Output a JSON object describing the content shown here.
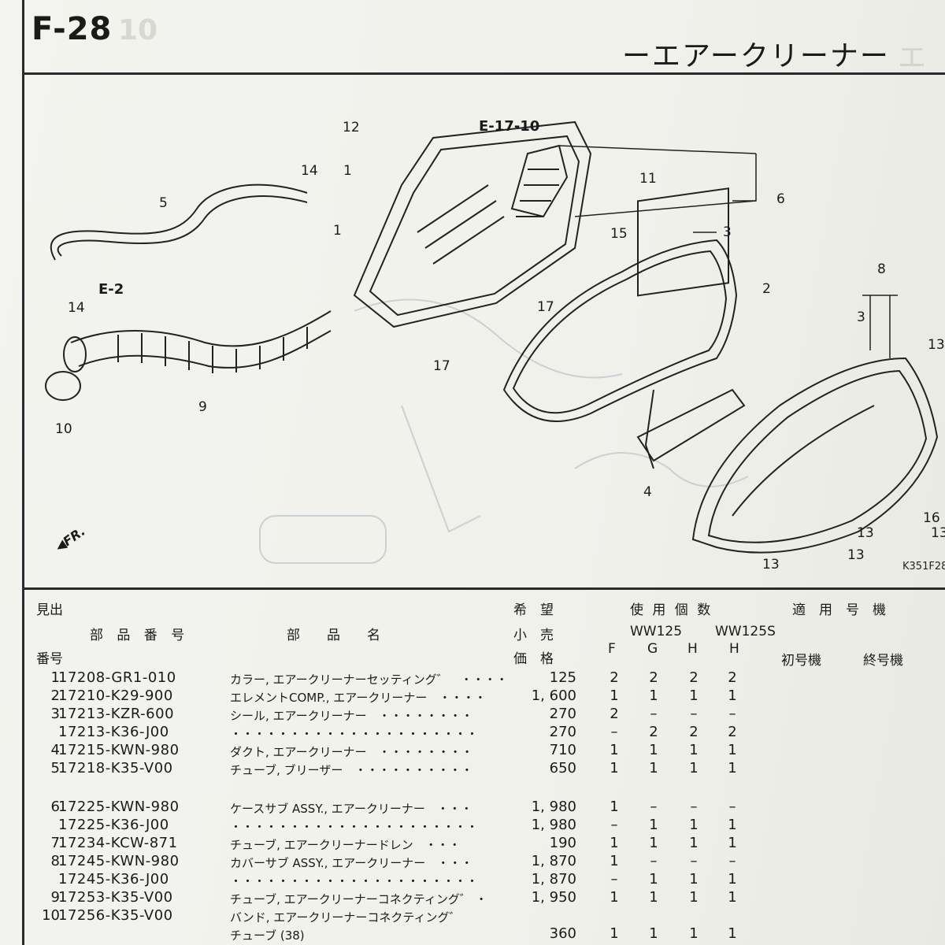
{
  "header": {
    "page_code": "F-28",
    "ghost_code": "10",
    "section_title": "ーエアークリーナー",
    "section_ghost": "エ"
  },
  "diagram": {
    "callouts": {
      "c1a": "1",
      "c1b": "1",
      "c2": "2",
      "c3a": "3",
      "c3b": "3",
      "c4": "4",
      "c5": "5",
      "c6": "6",
      "c8": "8",
      "c9": "9",
      "c10": "10",
      "c11": "11",
      "c12": "12",
      "c13a": "13",
      "c13b": "13",
      "c13c": "13",
      "c13d": "13",
      "c14a": "14",
      "c14b": "14",
      "c15": "15",
      "c16": "16",
      "c17a": "17",
      "c17b": "17"
    },
    "refs": {
      "e17": "E-17-10",
      "e2": "E-2"
    },
    "direction": "FR.",
    "figure_id": "K351F28"
  },
  "table": {
    "headers": {
      "midashi": "見出",
      "bangou": "番号",
      "part_number": "部 品 番 号",
      "part_name": "部　　品　　名",
      "price_top": "希　望",
      "price_mid": "小　売",
      "price_bot": "価　格",
      "usage": "使 用 個 数",
      "model_a": "WW125",
      "model_b": "WW125S",
      "col_f": "F",
      "col_g": "G",
      "col_h1": "H",
      "col_h2": "H",
      "applicable": "適　用　号　機",
      "first_no": "初号機",
      "last_no": "終号機"
    },
    "rows": [
      {
        "no": "1",
        "pn": "17208-GR1-010",
        "name": "カラー, エアークリーナーセッティング゛　・・・・",
        "price": "125",
        "q": [
          "2",
          "2",
          "2",
          "2"
        ]
      },
      {
        "no": "2",
        "pn": "17210-K29-900",
        "name": "エレメントCOMP., エアークリーナー　・・・・",
        "price": "1, 600",
        "q": [
          "1",
          "1",
          "1",
          "1"
        ]
      },
      {
        "no": "3",
        "pn": "17213-KZR-600",
        "name": "シール, エアークリーナー　・・・・・・・・",
        "price": "270",
        "q": [
          "2",
          "–",
          "–",
          "–"
        ]
      },
      {
        "no": "",
        "pn": "17213-K36-J00",
        "name": "・・・・・・・・・・・・・・・・・・・・・",
        "price": "270",
        "q": [
          "–",
          "2",
          "2",
          "2"
        ]
      },
      {
        "no": "4",
        "pn": "17215-KWN-980",
        "name": "ダクト, エアークリーナー　・・・・・・・・",
        "price": "710",
        "q": [
          "1",
          "1",
          "1",
          "1"
        ]
      },
      {
        "no": "5",
        "pn": "17218-K35-V00",
        "name": "チューブ, ブリーザー　・・・・・・・・・・",
        "price": "650",
        "q": [
          "1",
          "1",
          "1",
          "1"
        ]
      },
      {
        "no": "6",
        "pn": "17225-KWN-980",
        "name": "ケースサブ ASSY., エアークリーナー　・・・",
        "price": "1, 980",
        "q": [
          "1",
          "–",
          "–",
          "–"
        ]
      },
      {
        "no": "",
        "pn": "17225-K36-J00",
        "name": "・・・・・・・・・・・・・・・・・・・・・",
        "price": "1, 980",
        "q": [
          "–",
          "1",
          "1",
          "1"
        ]
      },
      {
        "no": "7",
        "pn": "17234-KCW-871",
        "name": "チューブ, エアークリーナードレン　・・・",
        "price": "190",
        "q": [
          "1",
          "1",
          "1",
          "1"
        ]
      },
      {
        "no": "8",
        "pn": "17245-KWN-980",
        "name": "カバーサブ ASSY., エアークリーナー　・・・",
        "price": "1, 870",
        "q": [
          "1",
          "–",
          "–",
          "–"
        ]
      },
      {
        "no": "",
        "pn": "17245-K36-J00",
        "name": "・・・・・・・・・・・・・・・・・・・・・",
        "price": "1, 870",
        "q": [
          "–",
          "1",
          "1",
          "1"
        ]
      },
      {
        "no": "9",
        "pn": "17253-K35-V00",
        "name": "チューブ, エアークリーナーコネクティング゛ ・",
        "price": "1, 950",
        "q": [
          "1",
          "1",
          "1",
          "1"
        ]
      },
      {
        "no": "10",
        "pn": "17256-K35-V00",
        "name": "バンド, エアークリーナーコネクティング゛",
        "price": "",
        "q": [
          "",
          "",
          "",
          ""
        ]
      },
      {
        "no": "",
        "pn": "",
        "name": "チューブ (38)",
        "price": "360",
        "q": [
          "1",
          "1",
          "1",
          "1"
        ]
      }
    ]
  }
}
